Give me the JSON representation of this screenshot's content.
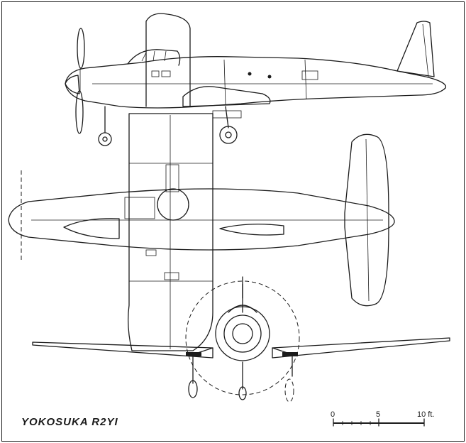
{
  "drawing": {
    "title": "YOKOSUKA R2YI",
    "views": [
      "side-view",
      "plan-view",
      "front-view"
    ]
  },
  "scale_bar": {
    "labels": [
      "0",
      "5",
      "10 ft."
    ]
  },
  "colors": {
    "ink": "#1b1b1b",
    "paper": "#ffffff"
  }
}
